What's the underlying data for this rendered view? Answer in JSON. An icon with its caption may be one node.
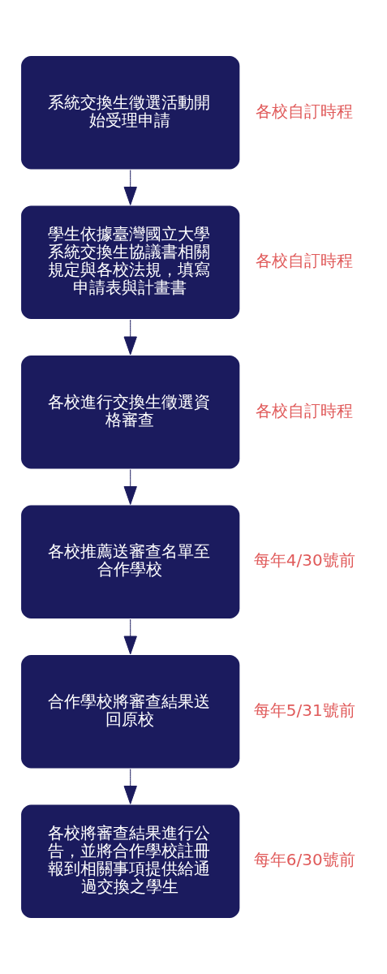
{
  "diagram": {
    "nodes": [
      {
        "text": [
          "系統交換生徵選活動開始受理申請"
        ],
        "beside": [
          "各校自訂時程"
        ]
      },
      {
        "text": [
          "學生依據臺灣國立大學系統交換生協議書相關規定與各校法規，填寫申請表與計畫書"
        ],
        "beside": [
          "各校自訂時程"
        ]
      },
      {
        "text": [
          "各校進行交換生徵選資格審查"
        ],
        "beside": [
          "各校自訂時程"
        ]
      },
      {
        "text": [
          "各校推薦送審查名單至合作學校"
        ],
        "beside": [
          "每年4/30號前"
        ]
      },
      {
        "text": [
          "合作學校將審查結果送回原校"
        ],
        "beside": [
          "每年5/31號前"
        ]
      },
      {
        "text": [
          "各校將審查結果進行公告，並將合作學校註冊報到相關事項提供給通過交換之學生"
        ],
        "beside": [
          "每年6/30號前"
        ]
      }
    ],
    "edges": [
      {
        "from": 0,
        "to": 1,
        "arrow": "to"
      },
      {
        "from": 1,
        "to": 2,
        "arrow": "to"
      },
      {
        "from": 2,
        "to": 3,
        "arrow": "to"
      },
      {
        "from": 3,
        "to": 4,
        "arrow": "to"
      },
      {
        "from": 4,
        "to": 5,
        "arrow": "to"
      }
    ]
  }
}
